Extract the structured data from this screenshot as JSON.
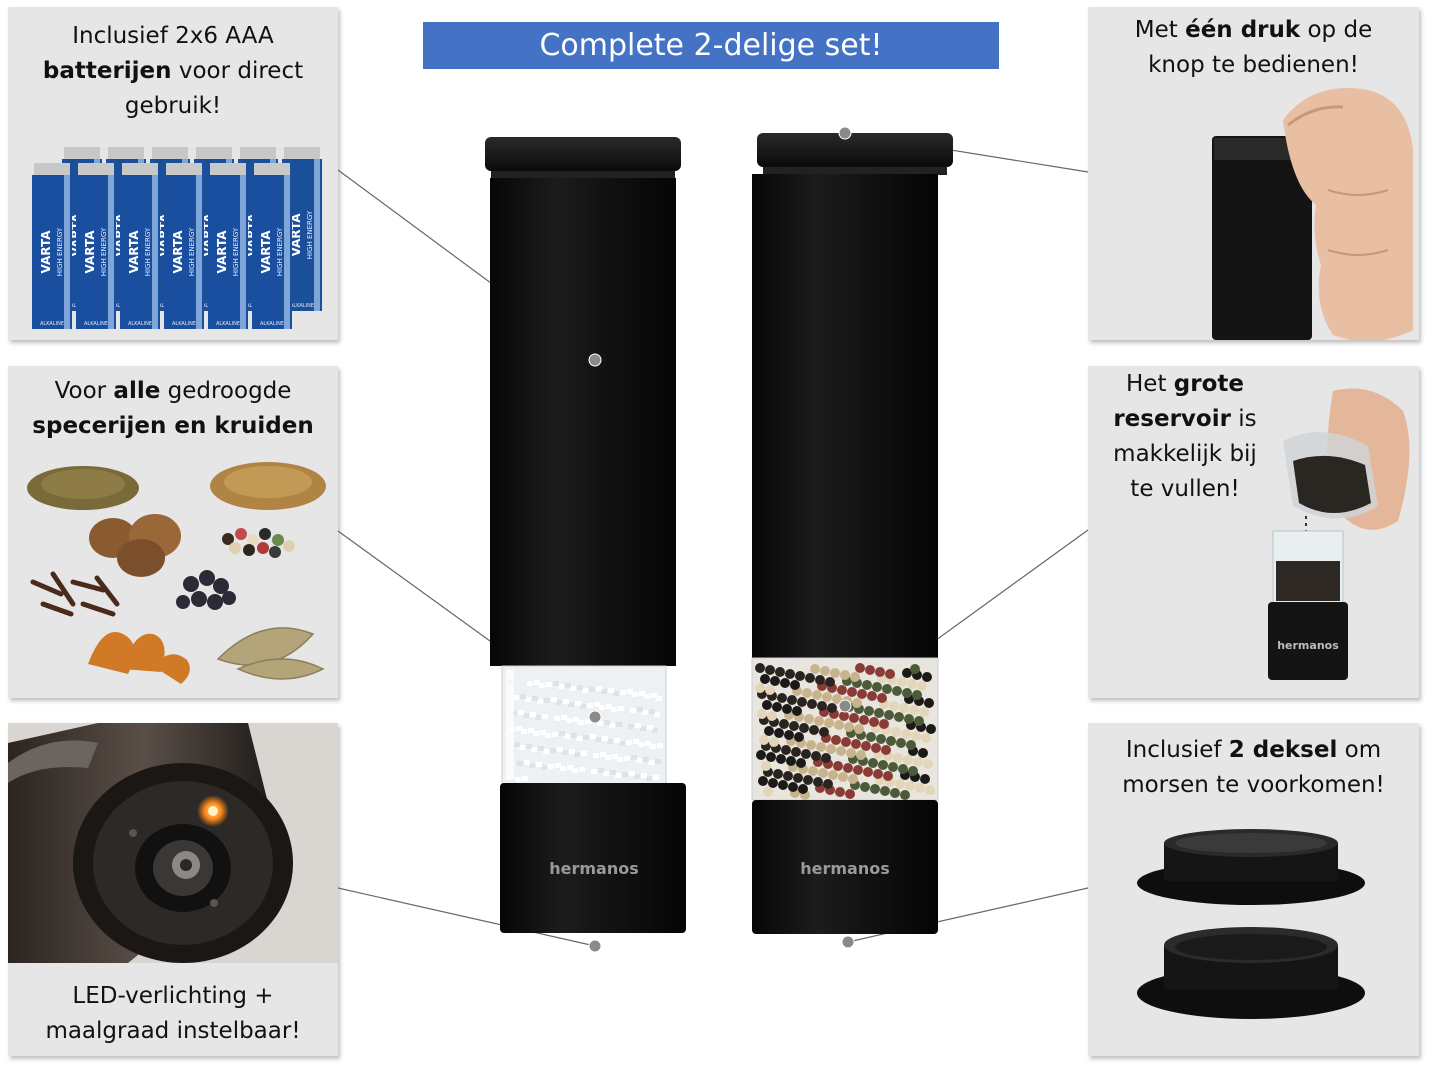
{
  "title": "Complete 2-delige set!",
  "brand_label": "hermanos",
  "panels": {
    "batteries": {
      "caption": [
        "Inclusief 2x6 AAA",
        "batterijen",
        " voor direct",
        "gebruik!"
      ],
      "battery_brand": "VARTA",
      "battery_line": "HIGH ENERGY",
      "battery_type": "ALKALINE"
    },
    "spices": {
      "caption": [
        "Voor ",
        "alle",
        " gedroogde",
        "specerijen en kruiden"
      ]
    },
    "led": {
      "caption": [
        "LED-verlichting +",
        "maalgraad instelbaar!"
      ]
    },
    "button": {
      "caption": [
        "Met ",
        "één druk",
        " op de",
        "knop te bedienen!"
      ]
    },
    "reservoir": {
      "caption": [
        "Het ",
        "grote",
        "reservoir",
        " is",
        "makkelijk bij",
        "te vullen!"
      ]
    },
    "lids": {
      "caption": [
        "Inclusief ",
        "2 deksel",
        " om",
        "morsen te voorkomen!"
      ]
    }
  },
  "colors": {
    "banner": "#4472c4",
    "panel": "#e6e6e6",
    "grinder_body": "#111111",
    "battery_blue": "#1a4fa0"
  }
}
